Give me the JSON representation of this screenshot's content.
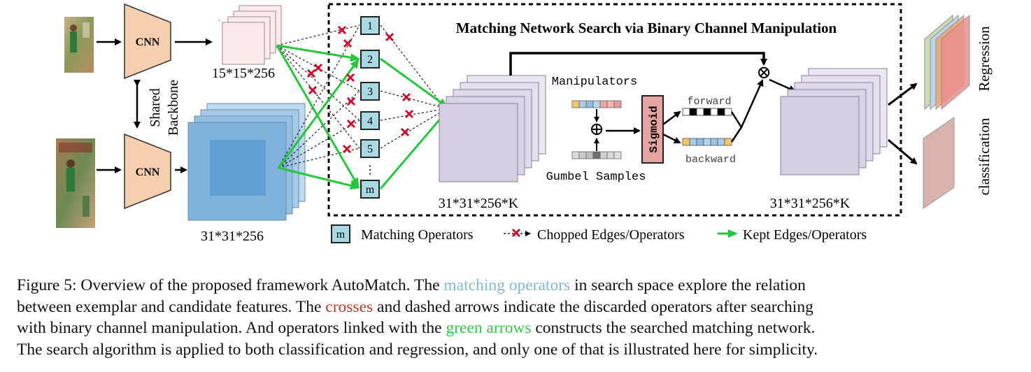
{
  "diagram": {
    "search_title": "Matching Network Search via Binary Channel Manipulation",
    "cnn_top_label": "CNN",
    "cnn_bottom_label": "CNN",
    "shared_backbone_line1": "Shared",
    "shared_backbone_line2": "Backbone",
    "exemplar_dims": "15*15*256",
    "search_dims": "31*31*256",
    "operators": [
      "1",
      "2",
      "3",
      "4",
      "5",
      "⋮",
      "m"
    ],
    "matched_dims_left": "31*31*256*K",
    "matched_dims_right": "31*31*256*K",
    "manipulators_label": "Manipulators",
    "gumbel_label": "Gumbel Samples",
    "sigmoid_label": "Sigmoid",
    "forward_label": "forward",
    "backward_label": "backward",
    "regression_label": "Regression",
    "classification_label": "classification",
    "plus_symbol": "⊕",
    "times_symbol": "⊗",
    "colors": {
      "cnn_fill": "#f6cfae",
      "operator_fill": "#a9dae4",
      "kept_edge": "#22c83a",
      "chopped_mark": "#c8102e",
      "sigmoid_fill": "#e7a5a2"
    }
  },
  "legend": {
    "operator_icon": "m",
    "operator_label": "Matching Operators",
    "chopped_label": "Chopped Edges/Operators",
    "kept_label": "Kept Edges/Operators"
  },
  "caption": {
    "line1_a": "Figure 5: Overview of the proposed framework AutoMatch. The ",
    "line1_b": "matching operators",
    "line1_c": " in search space explore the relation",
    "line2_a": "between exemplar and candidate features. The ",
    "line2_b": "crosses",
    "line2_c": " and dashed arrows indicate the discarded operators after searching",
    "line3_a": "with binary channel manipulation. And operators linked with the ",
    "line3_b": "green arrows",
    "line3_c": " constructs the searched matching network.",
    "line4": "The search algorithm is applied to both classification and regression, and only one of that is illustrated here for simplicity."
  }
}
